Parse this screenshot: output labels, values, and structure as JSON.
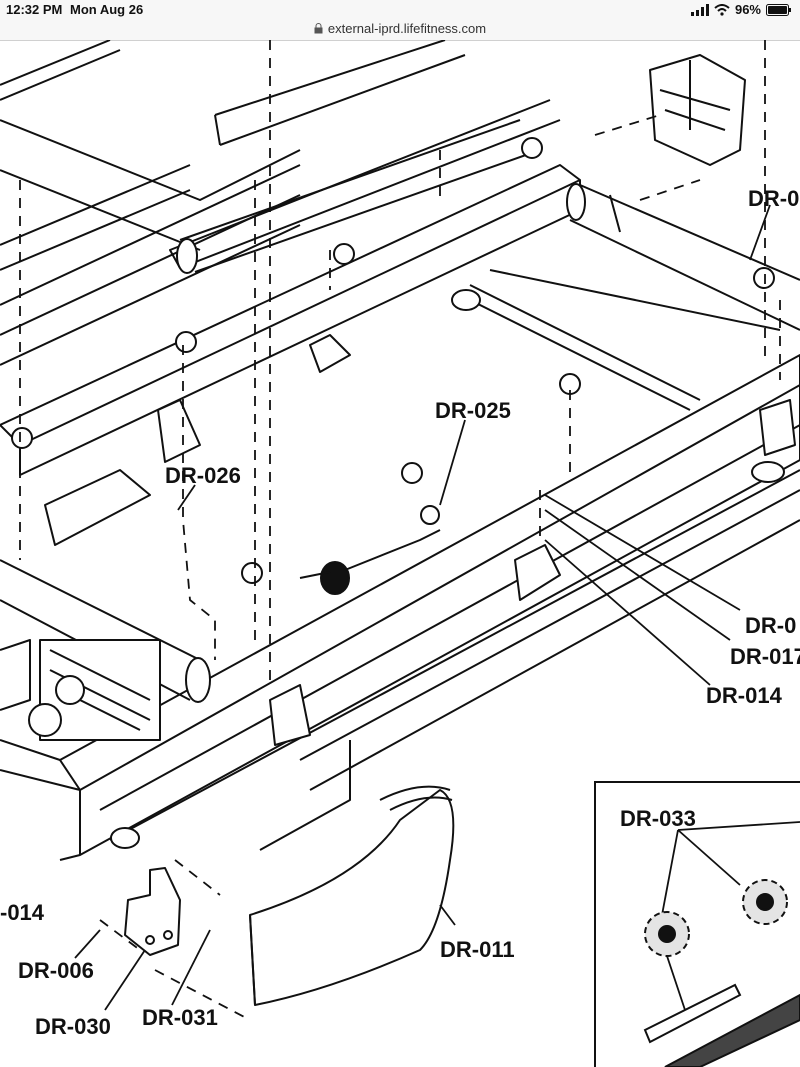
{
  "status_bar": {
    "time": "12:32 PM",
    "date": "Mon Aug 26",
    "battery": "96%",
    "icons": [
      "signal-icon",
      "wifi-icon",
      "battery-icon"
    ]
  },
  "browser": {
    "url": "external-iprd.lifefitness.com",
    "lock_icon": "lock-icon"
  },
  "diagram": {
    "part_labels": {
      "dr025": "DR-025",
      "dr026": "DR-026",
      "dr014_right": "DR-014",
      "dr017": "DR-017",
      "dr0_mid": "DR-0",
      "dr0_top": "DR-0",
      "dr014_left": "-014",
      "dr006": "DR-006",
      "dr030": "DR-030",
      "dr031": "DR-031",
      "dr011": "DR-011",
      "dr033": "DR-033"
    }
  }
}
